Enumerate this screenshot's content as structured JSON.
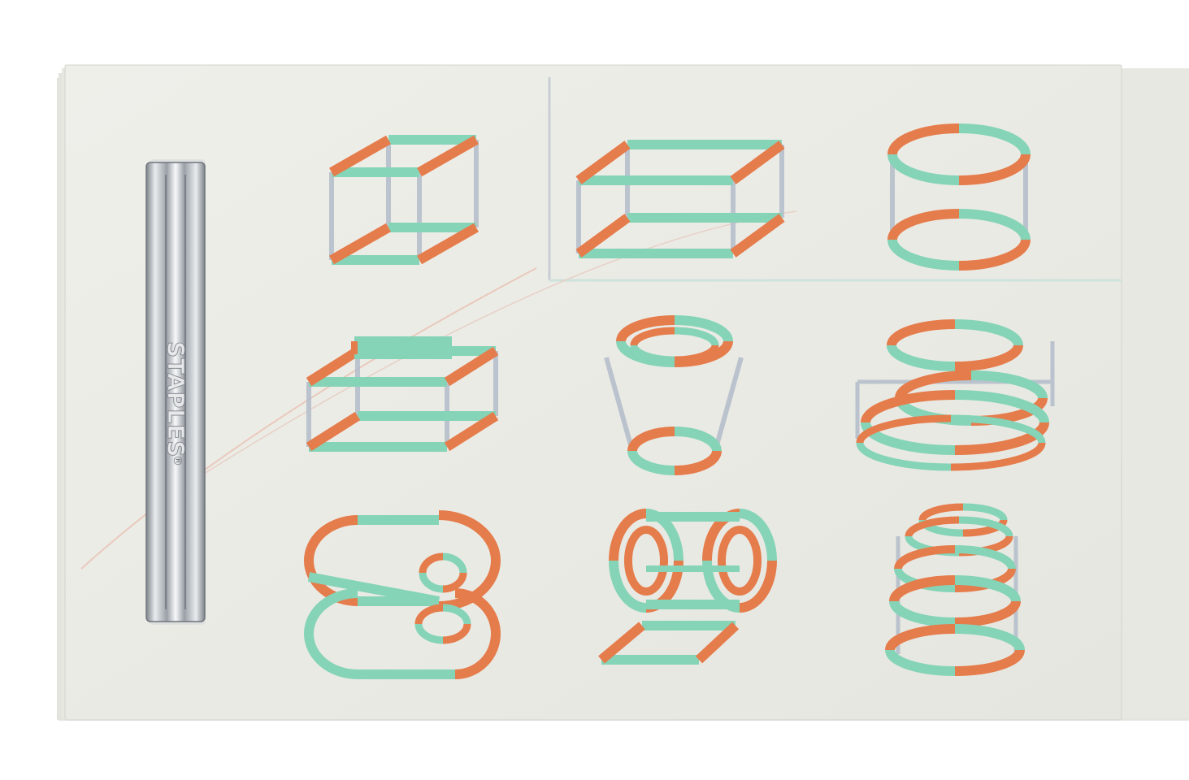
{
  "clip": {
    "brand_text": "STAPLES",
    "registered_mark": "®",
    "icon": "metal-fastener-clip"
  },
  "colors": {
    "background": "#ffffff",
    "sheet": "#ecece7",
    "sheet_edge": "#d6d6d0",
    "accent_orange": "#e5733f",
    "accent_green": "#7dd3b4",
    "grey_line": "#b7c0cc",
    "metal_light": "#f2f4f6",
    "metal_dark": "#8a9096"
  },
  "drawings": [
    {
      "name": "cube",
      "row": 1,
      "col": 1
    },
    {
      "name": "long-box",
      "row": 1,
      "col": 2
    },
    {
      "name": "cylinder",
      "row": 1,
      "col": 3
    },
    {
      "name": "box-with-top-slab",
      "row": 2,
      "col": 1
    },
    {
      "name": "tube-in-cylinder",
      "row": 2,
      "col": 2
    },
    {
      "name": "stacked-rings",
      "row": 2,
      "col": 3
    },
    {
      "name": "rounded-slot-block",
      "row": 3,
      "col": 1
    },
    {
      "name": "spool-on-base",
      "row": 3,
      "col": 2
    },
    {
      "name": "ring-stack-tower",
      "row": 3,
      "col": 3
    }
  ]
}
